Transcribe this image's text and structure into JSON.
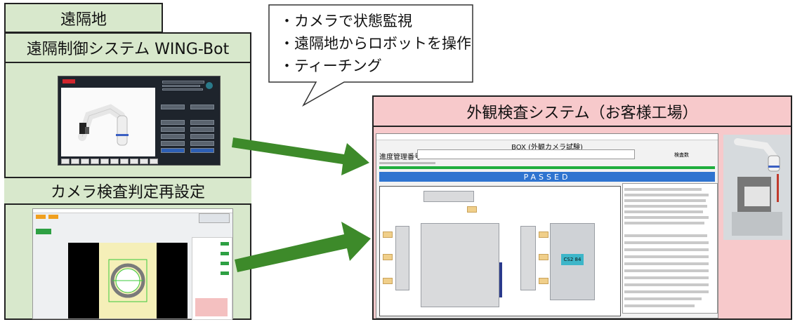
{
  "remote_site": {
    "label": "遠隔地"
  },
  "wing_bot": {
    "title": "遠隔制御システム WING-Bot"
  },
  "camera_reset": {
    "title": "カメラ検査判定再設定"
  },
  "bubble": {
    "lines": [
      "・カメラで状態監視",
      "・遠隔地からロボットを操作",
      "・ティーチング"
    ]
  },
  "inspection": {
    "title": "外観検査システム（お客様工場）",
    "window_title": "BOX (外観カメラ試験)",
    "progress_label": "進度管理番号",
    "count_label": "検査数",
    "status": "PASSED",
    "label_chip": "CS2 84"
  },
  "colors": {
    "green_panel": "#d8e8cc",
    "pink_panel": "#f7c9cb",
    "arrow": "#3d8a2a",
    "passed": "#2f74d0"
  }
}
